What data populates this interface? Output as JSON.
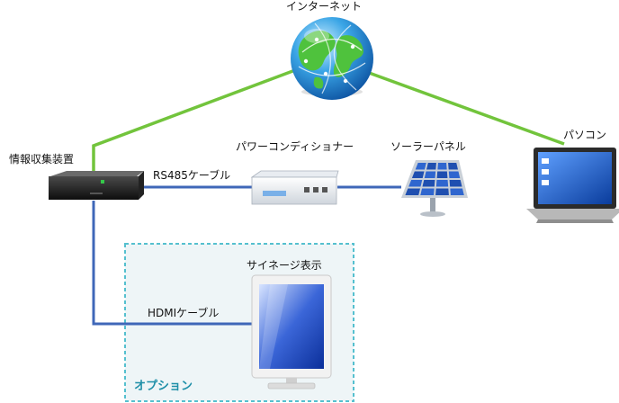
{
  "labels": {
    "internet": "インターネット",
    "collector": "情報収集装置",
    "power_conditioner": "パワーコンディショナー",
    "solar_panel": "ソーラーパネル",
    "pc": "パソコン",
    "rs485_cable": "RS485ケーブル",
    "signage": "サイネージ表示",
    "hdmi_cable": "HDMIケーブル",
    "option": "オプション"
  },
  "colors": {
    "internet_link": "#72c43c",
    "cable": "#3f67b8",
    "option_border": "#55c0cf",
    "option_fill": "#eef5f7"
  },
  "icons": {
    "internet": "globe-icon",
    "collector": "device-box-icon",
    "power_conditioner": "inverter-icon",
    "solar_panel": "solar-panel-icon",
    "pc": "laptop-icon",
    "signage": "monitor-icon"
  }
}
